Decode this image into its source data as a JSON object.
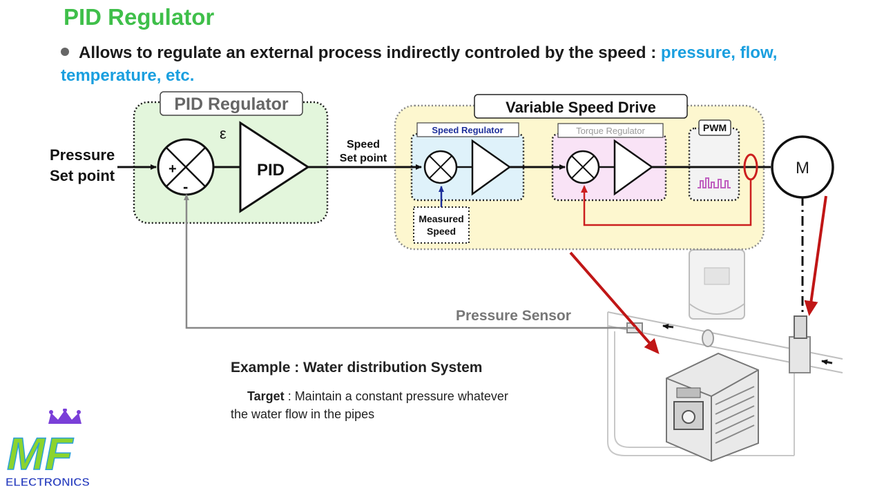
{
  "title": "PID Regulator",
  "bullet": {
    "text": "Allows to regulate an external process indirectly controled by the speed : ",
    "highlight": "pressure, flow, temperature, etc."
  },
  "diagram": {
    "input_label_line1": "Pressure",
    "input_label_line2": "Set point",
    "pid_box_title": "PID Regulator",
    "epsilon": "ε",
    "plus": "+",
    "minus": "-",
    "pid_block": "PID",
    "speed_setpoint_line1": "Speed",
    "speed_setpoint_line2": "Set point",
    "vsd_title": "Variable Speed Drive",
    "speed_regulator": "Speed Regulator",
    "torque_regulator": "Torque Regulator",
    "pwm": "PWM",
    "measured_line1": "Measured",
    "measured_line2": "Speed",
    "motor": "M",
    "pressure_sensor": "Pressure Sensor"
  },
  "example": {
    "heading": "Example : Water distribution System",
    "target_label": "Target",
    "target_text_line1": " : Maintain a constant pressure whatever",
    "target_text_line2": "the water flow in the pipes"
  },
  "logo": {
    "letters": "MF",
    "subtitle": "ELECTRONICS"
  },
  "colors": {
    "title_green": "#3fbf4a",
    "highlight_blue": "#1a9fdf",
    "pid_box_fill": "#e3f6dc",
    "vsd_fill": "#fdf7cf",
    "speed_reg_fill": "#dff2fa",
    "torque_reg_fill": "#f9e3f6",
    "feedback_red": "#cc1f1f",
    "arrow_red": "#c01616",
    "feedback_gray": "#888888"
  }
}
